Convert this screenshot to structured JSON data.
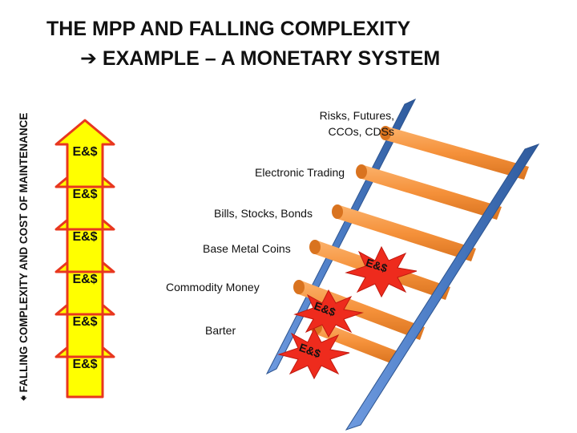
{
  "title": {
    "line1": "THE MPP AND FALLING COMPLEXITY",
    "line2": "EXAMPLE – A MONETARY SYSTEM"
  },
  "side_label": "FALLING COMPLEXITY AND COST OF MAINTENANCE",
  "icons": {
    "right_arrow": "right-arrow-icon",
    "left_arrow": "left-arrow-icon"
  },
  "colors": {
    "arrow_fill": "#ffff00",
    "arrow_stroke": "#e8371f",
    "rail_blue": "#4f7fc6",
    "rung_orange": "#f5913a",
    "burst_red": "#ee2b1d"
  },
  "rungs": [
    {
      "label": "Risks, Futures,\nCCOs, CDSs"
    },
    {
      "label": "Electronic Trading"
    },
    {
      "label": "Bills, Stocks, Bonds"
    },
    {
      "label": "Base Metal Coins"
    },
    {
      "label": "Commodity Money"
    },
    {
      "label": "Barter"
    }
  ],
  "arrow_labels": [
    "E&$",
    "E&$",
    "E&$",
    "E&$",
    "E&$",
    "E&$"
  ],
  "burst_labels": [
    "E&$",
    "E&$",
    "E&$"
  ]
}
